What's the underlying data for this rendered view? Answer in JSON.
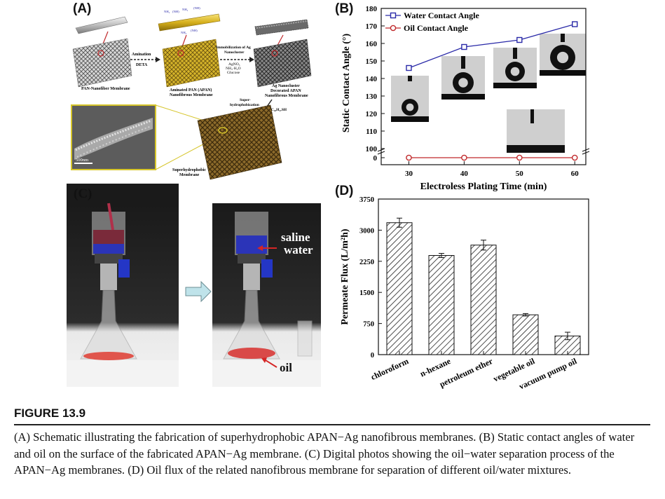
{
  "panelA": {
    "label": "(A)",
    "pan_membrane": "PAN-Nanofiber Membrane",
    "amination": "Amination",
    "deta": "DETA",
    "apan_membrane_1": "Aminated PAN (APAN)",
    "apan_membrane_2": "Nanofibrous Membrane",
    "immob_1": "Immobilization of Ag",
    "immob_2": "Nanocluster",
    "reagent_1": "AgNO₃",
    "reagent_2": "NH₃·H₂O",
    "reagent_3": "Glucose",
    "ag_1": "Ag Nanocluster",
    "ag_2": "Decorated APAN",
    "ag_3": "Nanofibrous Membrane",
    "superhydro_1": "Super-",
    "superhydro_2": "hydrophobization",
    "thiol": "n-C₁₈H₃₇SH",
    "scale": "500nm",
    "final_1": "Superhydrophobic",
    "final_2": "Membrane",
    "nh2_labels": [
      "NH₂",
      "(NH)",
      "NH₂",
      "(NH)",
      "NH₂",
      "(NH)"
    ]
  },
  "panelB": {
    "label": "(B)"
  },
  "panelC": {
    "label": "(C)",
    "annot_saline_1": "saline",
    "annot_saline_2": "water",
    "annot_oil": "oil"
  },
  "panelD": {
    "label": "(D)"
  },
  "chart_data": [
    {
      "type": "line",
      "title": "",
      "xlabel": "Electroless Plating Time (min)",
      "ylabel": "Static Contact Angle (°)",
      "x": [
        30,
        40,
        50,
        60
      ],
      "xticks": [
        "30",
        "40",
        "50",
        "60"
      ],
      "yticks_upper": [
        "100",
        "110",
        "120",
        "130",
        "140",
        "150",
        "160",
        "170",
        "180"
      ],
      "yticks_lower": [
        "0"
      ],
      "ylim_upper": [
        100,
        180
      ],
      "axis_break": true,
      "legend_placement": "top-left",
      "series": [
        {
          "name": "Water Contact Angle",
          "values": [
            146,
            158,
            162,
            171
          ],
          "errors": [
            0.5,
            1.5,
            1.5,
            1.5
          ],
          "color": "#2a2aa8",
          "marker": "square"
        },
        {
          "name": "Oil Contact Angle",
          "values": [
            0,
            0,
            0,
            0
          ],
          "color": "#c0282a",
          "marker": "circle"
        }
      ]
    },
    {
      "type": "bar",
      "title": "",
      "xlabel": "",
      "ylabel": "Permeate Flux (L/m²h)",
      "categories": [
        "chloroform",
        "n-hexane",
        "petroleum ether",
        "vegetable oil",
        "vacuum pump oil"
      ],
      "values": [
        3180,
        2390,
        2640,
        960,
        450
      ],
      "errors": [
        110,
        50,
        120,
        30,
        90
      ],
      "yticks": [
        "0",
        "750",
        "1500",
        "2250",
        "3000",
        "3750"
      ],
      "ylim": [
        0,
        3750
      ],
      "pattern": "hatched"
    }
  ],
  "caption": {
    "figure_title": "FIGURE 13.9",
    "text": "(A) Schematic illustrating the fabrication of superhydrophobic APAN−Ag nanofibrous membranes. (B) Static contact angles of water and oil on the surface of the fabricated APAN−Ag membrane. (C) Digital photos showing the oil−water separation process of the APAN−Ag membranes. (D) Oil flux of the related nanofibrous membrane for separation of different oil/water mixtures."
  }
}
